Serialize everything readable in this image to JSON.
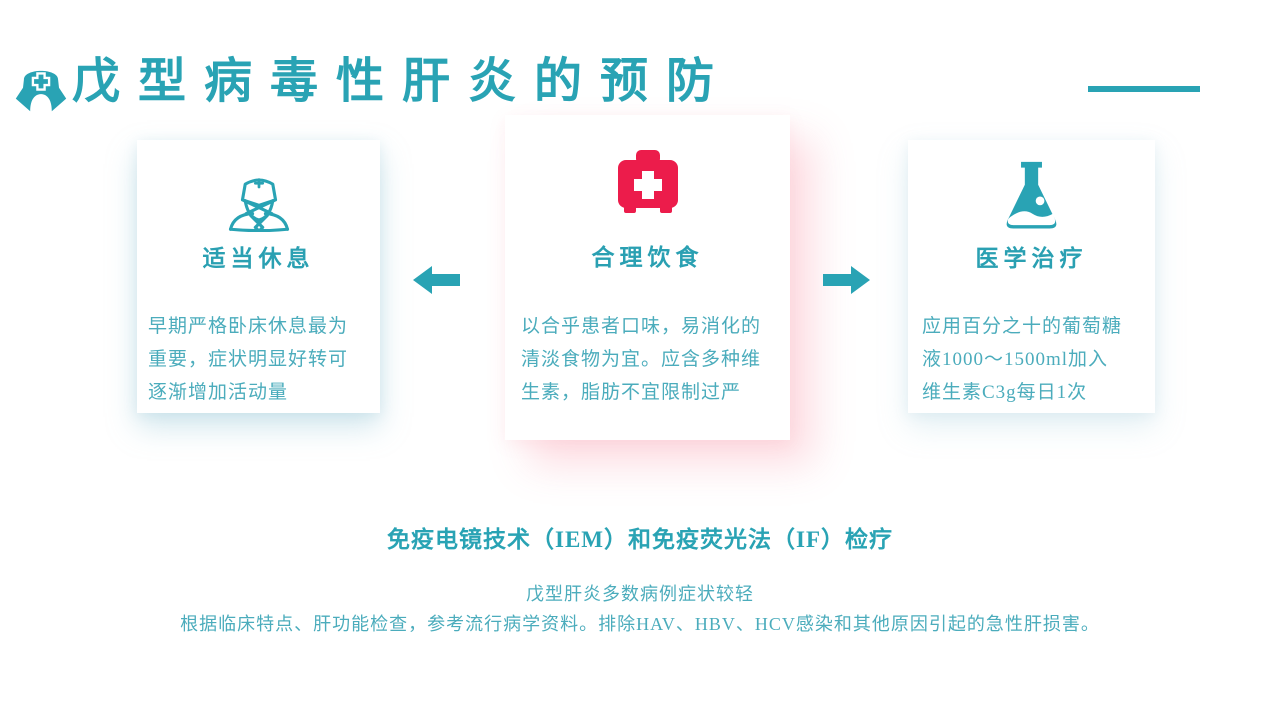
{
  "colors": {
    "teal": "#29A3B4",
    "teal_text": "#4BACBC",
    "red": "#EC1C4B",
    "background": "#FFFFFF"
  },
  "header": {
    "icon": "nurse-cap-icon",
    "title": "戊型病毒性肝炎的预防"
  },
  "cards": [
    {
      "icon": "doctor-icon",
      "title": "适当休息",
      "body": "早期严格卧床休息最为\n重要，症状明显好转可\n逐渐增加活动量"
    },
    {
      "icon": "first-aid-kit-icon",
      "title": "合理饮食",
      "body": "以合乎患者口味，易消化的\n清淡食物为宜。应含多种维\n生素，脂肪不宜限制过严"
    },
    {
      "icon": "flask-icon",
      "title": "医学治疗",
      "body": "应用百分之十的葡萄糖\n液1000～1500ml加入\n维生素C3g每日1次"
    }
  ],
  "arrows": [
    {
      "direction": "left",
      "meaning": "arrow-from-diet-to-rest"
    },
    {
      "direction": "right",
      "meaning": "arrow-from-diet-to-treatment"
    }
  ],
  "footer": {
    "heading": "免疫电镜技术（IEM）和免疫荧光法（IF）检疗",
    "line1": "戊型肝炎多数病例症状较轻",
    "line2": "根据临床特点、肝功能检查，参考流行病学资料。排除HAV、HBV、HCV感染和其他原因引起的急性肝损害。"
  }
}
